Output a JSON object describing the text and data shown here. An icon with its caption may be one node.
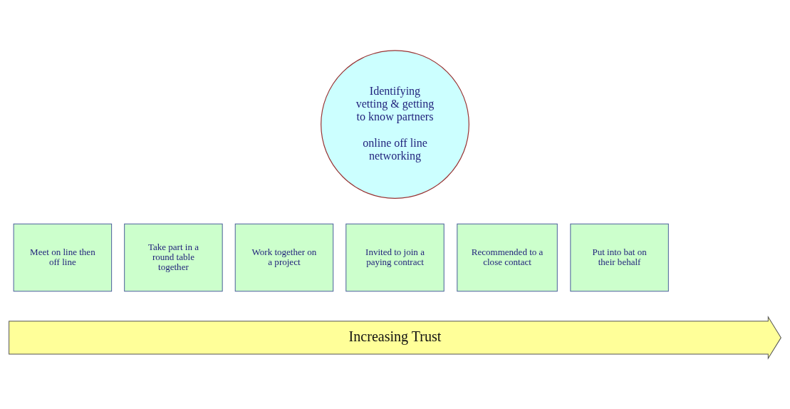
{
  "diagram": {
    "nodes": [
      {
        "text": [
          "Identifying vetting & getting to know partners",
          "online off line networking"
        ]
      },
      {
        "text": [
          "Meet on line then off line"
        ]
      },
      {
        "text": [
          "Take part in a round table together"
        ]
      },
      {
        "text": [
          "Work together on a project"
        ]
      },
      {
        "text": [
          "Invited to join a paying contract"
        ]
      },
      {
        "text": [
          "Recommended to a close contact"
        ]
      },
      {
        "text": [
          "Put into bat on their behalf"
        ]
      },
      {
        "text": [
          "Increasing Trust"
        ]
      }
    ],
    "edges": []
  }
}
